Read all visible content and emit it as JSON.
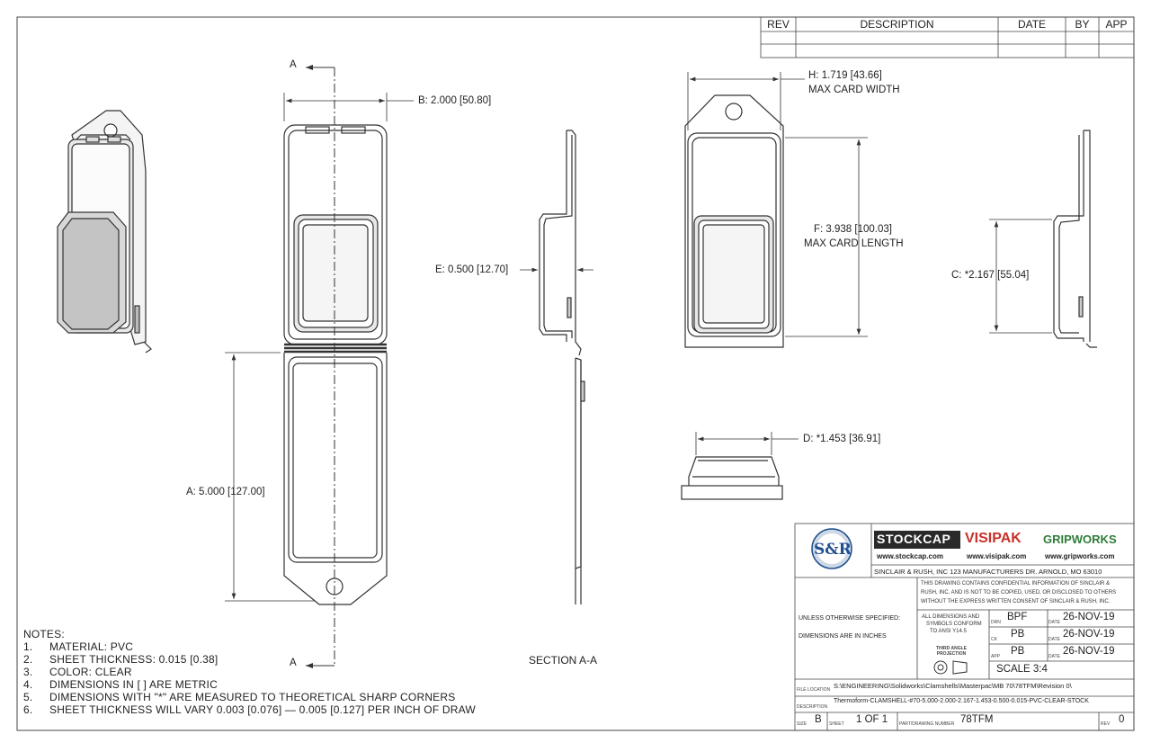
{
  "revision_table": {
    "headers": {
      "rev": "REV",
      "description": "DESCRIPTION",
      "date": "DATE",
      "by": "BY",
      "app": "APP"
    }
  },
  "dimensions": {
    "b": "B: 2.000",
    "b_metric": "50.80",
    "h": "H: 1.719",
    "h_metric": "43.66",
    "h_caption": "MAX CARD WIDTH",
    "f": "F: 3.938",
    "f_metric": "100.03",
    "f_caption": "MAX CARD LENGTH",
    "e": "E: 0.500",
    "e_metric": "12.70",
    "c": "C: *2.167",
    "c_metric": "55.04",
    "d": "D: *1.453",
    "d_metric": "36.91",
    "a": "A: 5.000",
    "a_metric": "127.00"
  },
  "section": {
    "marker_top": "A",
    "marker_bottom": "A",
    "label": "SECTION A-A"
  },
  "notes": {
    "title": "NOTES:",
    "items": [
      {
        "num": "1.",
        "text": "MATERIAL: PVC"
      },
      {
        "num": "2.",
        "text": "SHEET THICKNESS: 0.015 [0.38]"
      },
      {
        "num": "3.",
        "text": "COLOR: CLEAR"
      },
      {
        "num": "4.",
        "text": "DIMENSIONS IN [ ] ARE METRIC"
      },
      {
        "num": "5.",
        "text": "DIMENSIONS WITH \"*\" ARE MEASURED TO THEORETICAL SHARP CORNERS"
      },
      {
        "num": "6.",
        "text": "SHEET THICKNESS WILL VARY 0.003 [0.076] — 0.005 [0.127] PER INCH OF DRAW"
      }
    ]
  },
  "title_block": {
    "logo_sr": "S&R",
    "brand_stockcap": "STOCKCAP",
    "brand_visipak": "VISIPAK",
    "brand_gripworks": "GRIPWORKS",
    "url_stockcap": "www.stockcap.com",
    "url_visipak": "www.visipak.com",
    "url_gripworks": "www.gripworks.com",
    "company_address": "SINCLAIR & RUSH, INC 123 MANUFACTURERS DR. ARNOLD, MO 63010",
    "confidential_1": "THIS DRAWING CONTAINS CONFIDENTIAL INFORMATION OF SINCLAIR &",
    "confidential_2": "RUSH, INC. AND IS NOT TO BE COPIED, USED, OR DISCLOSED TO OTHERS",
    "confidential_3": "WITHOUT THE EXPRESS WRITTEN CONSENT OF SINCLAIR & RUSH, INC.",
    "unless_specified": "UNLESS OTHERWISE SPECIFIED:",
    "dims_in_inches": "DIMENSIONS ARE IN INCHES",
    "ansi_1": "ALL DIMENSIONS AND",
    "ansi_2": "SYMBOLS CONFORM",
    "ansi_3": "TO ANSI Y14.5",
    "third_angle": "THIRD ANGLE PROJECTION",
    "drn_label": "DRN",
    "drn": "BPF",
    "chk_label": "CK",
    "chk": "PB",
    "app_label": "APP",
    "app": "PB",
    "date_label": "DATE",
    "date_drn": "26-NOV-19",
    "date_chk": "26-NOV-19",
    "date_app": "26-NOV-19",
    "scale": "SCALE 3:4",
    "file_location_label": "FILE LOCATION",
    "file_location": "S:\\ENGINEERING\\Solidworks\\Clamshells\\Masterpac\\MB 70\\78TFM\\Revision 0\\",
    "description_label": "DESCRIPTION",
    "description": "Thermoform-CLAMSHELL-#70-5.000-2.000-2.167-1.453-0.500-0.015-PVC-CLEAR-STOCK",
    "size_label": "SIZE",
    "size": "B",
    "sheet_label": "SHEET",
    "sheet": "1 OF 1",
    "part_number_label": "PART/DRAWING NUMBER",
    "part_number": "78TFM",
    "rev_label": "REV",
    "rev": "0"
  },
  "colors": {
    "line": "#333333",
    "stockcap_bg": "#2a2a2a",
    "stockcap_accent": "#c8302a",
    "visipak": "#c8302a",
    "gripworks": "#2f7d3a",
    "sr_logo": "#1f4f8f"
  }
}
